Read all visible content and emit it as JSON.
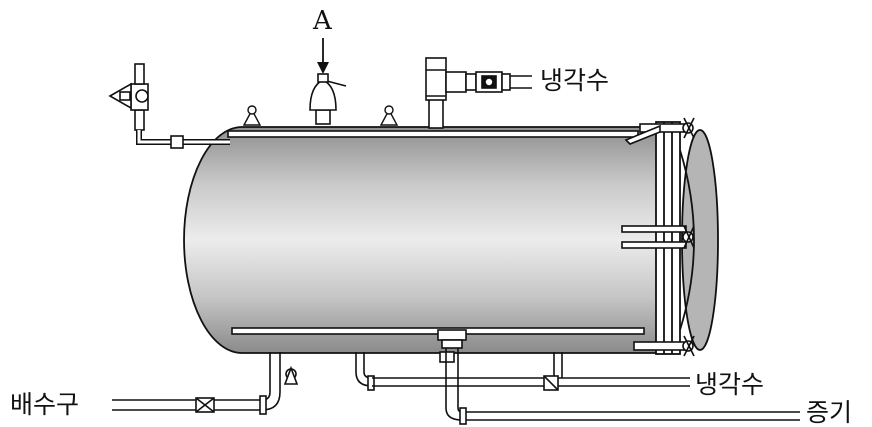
{
  "labels": {
    "point_a": "A",
    "cooling_water_top": "냉각수",
    "cooling_water_bottom": "냉각수",
    "drain": "배수구",
    "steam": "증기"
  }
}
